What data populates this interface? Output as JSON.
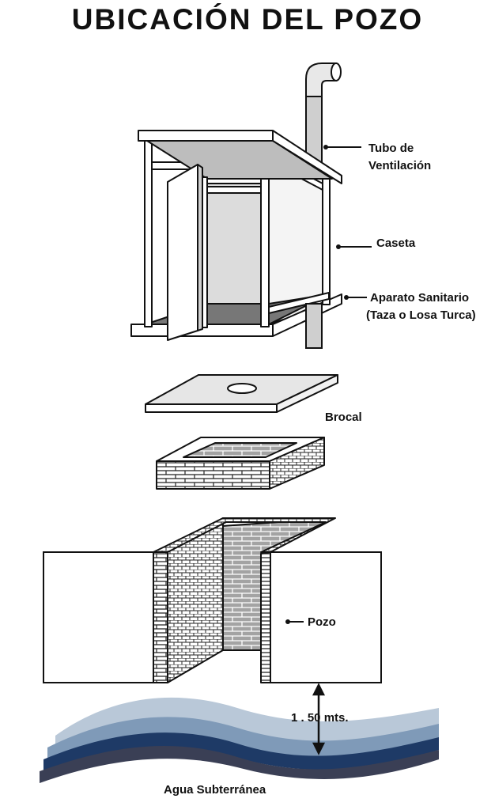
{
  "title": "UBICACIÓN DEL POZO",
  "labels": {
    "vent_line1": "Tubo de",
    "vent_line2": "Ventilación",
    "caseta": "Caseta",
    "aparato_line1": "Aparato Sanitario",
    "aparato_line2": "(Taza o Losa Turca)",
    "brocal": "Brocal",
    "pozo": "Pozo",
    "distance": "1 . 50 mts.",
    "agua": "Agua Subterránea"
  },
  "colors": {
    "outline": "#111111",
    "brick_light": "#ffffff",
    "brick_dark": "#9a9a9a",
    "panel_grey": "#dcdcdc",
    "water_light": "#b9c8d8",
    "water_mid": "#7f9ab8",
    "water_dark": "#1e3a66",
    "water_deep": "#3a3f55"
  }
}
